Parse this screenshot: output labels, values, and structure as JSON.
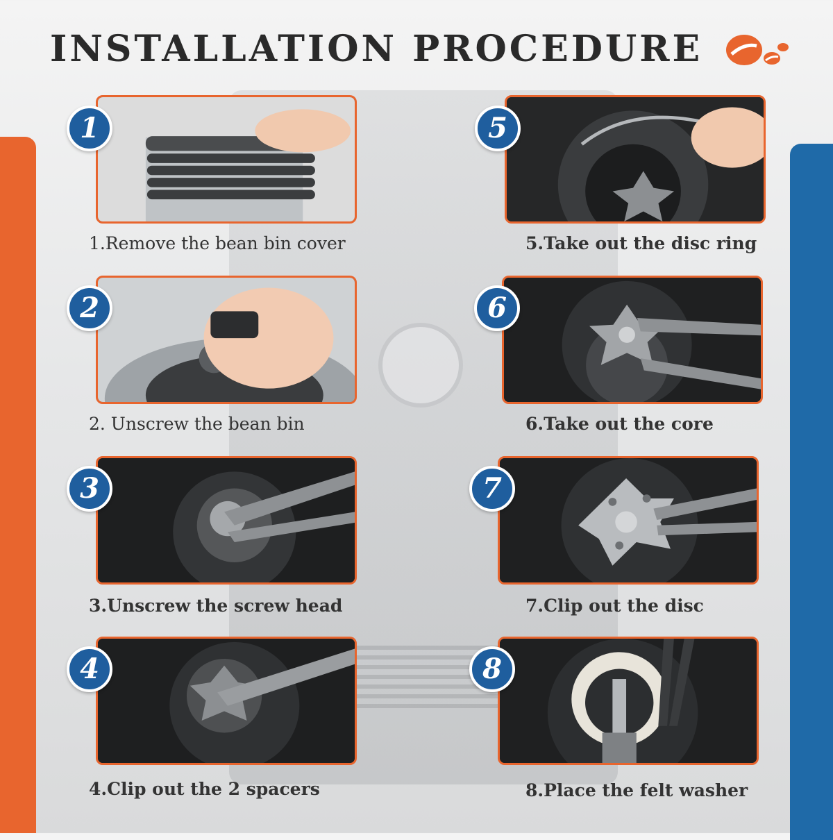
{
  "title": "INSTALLATION PROCEDURE",
  "colors": {
    "accent_orange": "#e8652e",
    "accent_blue": "#1f5e9e",
    "title_text": "#2a2a2a"
  },
  "logo_icon": "coffee-bean-icon",
  "steps": [
    {
      "number": "1",
      "caption": "1.Remove the bean bin cover"
    },
    {
      "number": "2",
      "caption": "2. Unscrew the bean bin"
    },
    {
      "number": "3",
      "caption": "3.Unscrew the screw head"
    },
    {
      "number": "4",
      "caption": "4.Clip out the 2 spacers"
    },
    {
      "number": "5",
      "caption": "5.Take out the disc ring"
    },
    {
      "number": "6",
      "caption": "6.Take out the core"
    },
    {
      "number": "7",
      "caption": "7.Clip out the disc"
    },
    {
      "number": "8",
      "caption": "8.Place the felt washer"
    }
  ]
}
